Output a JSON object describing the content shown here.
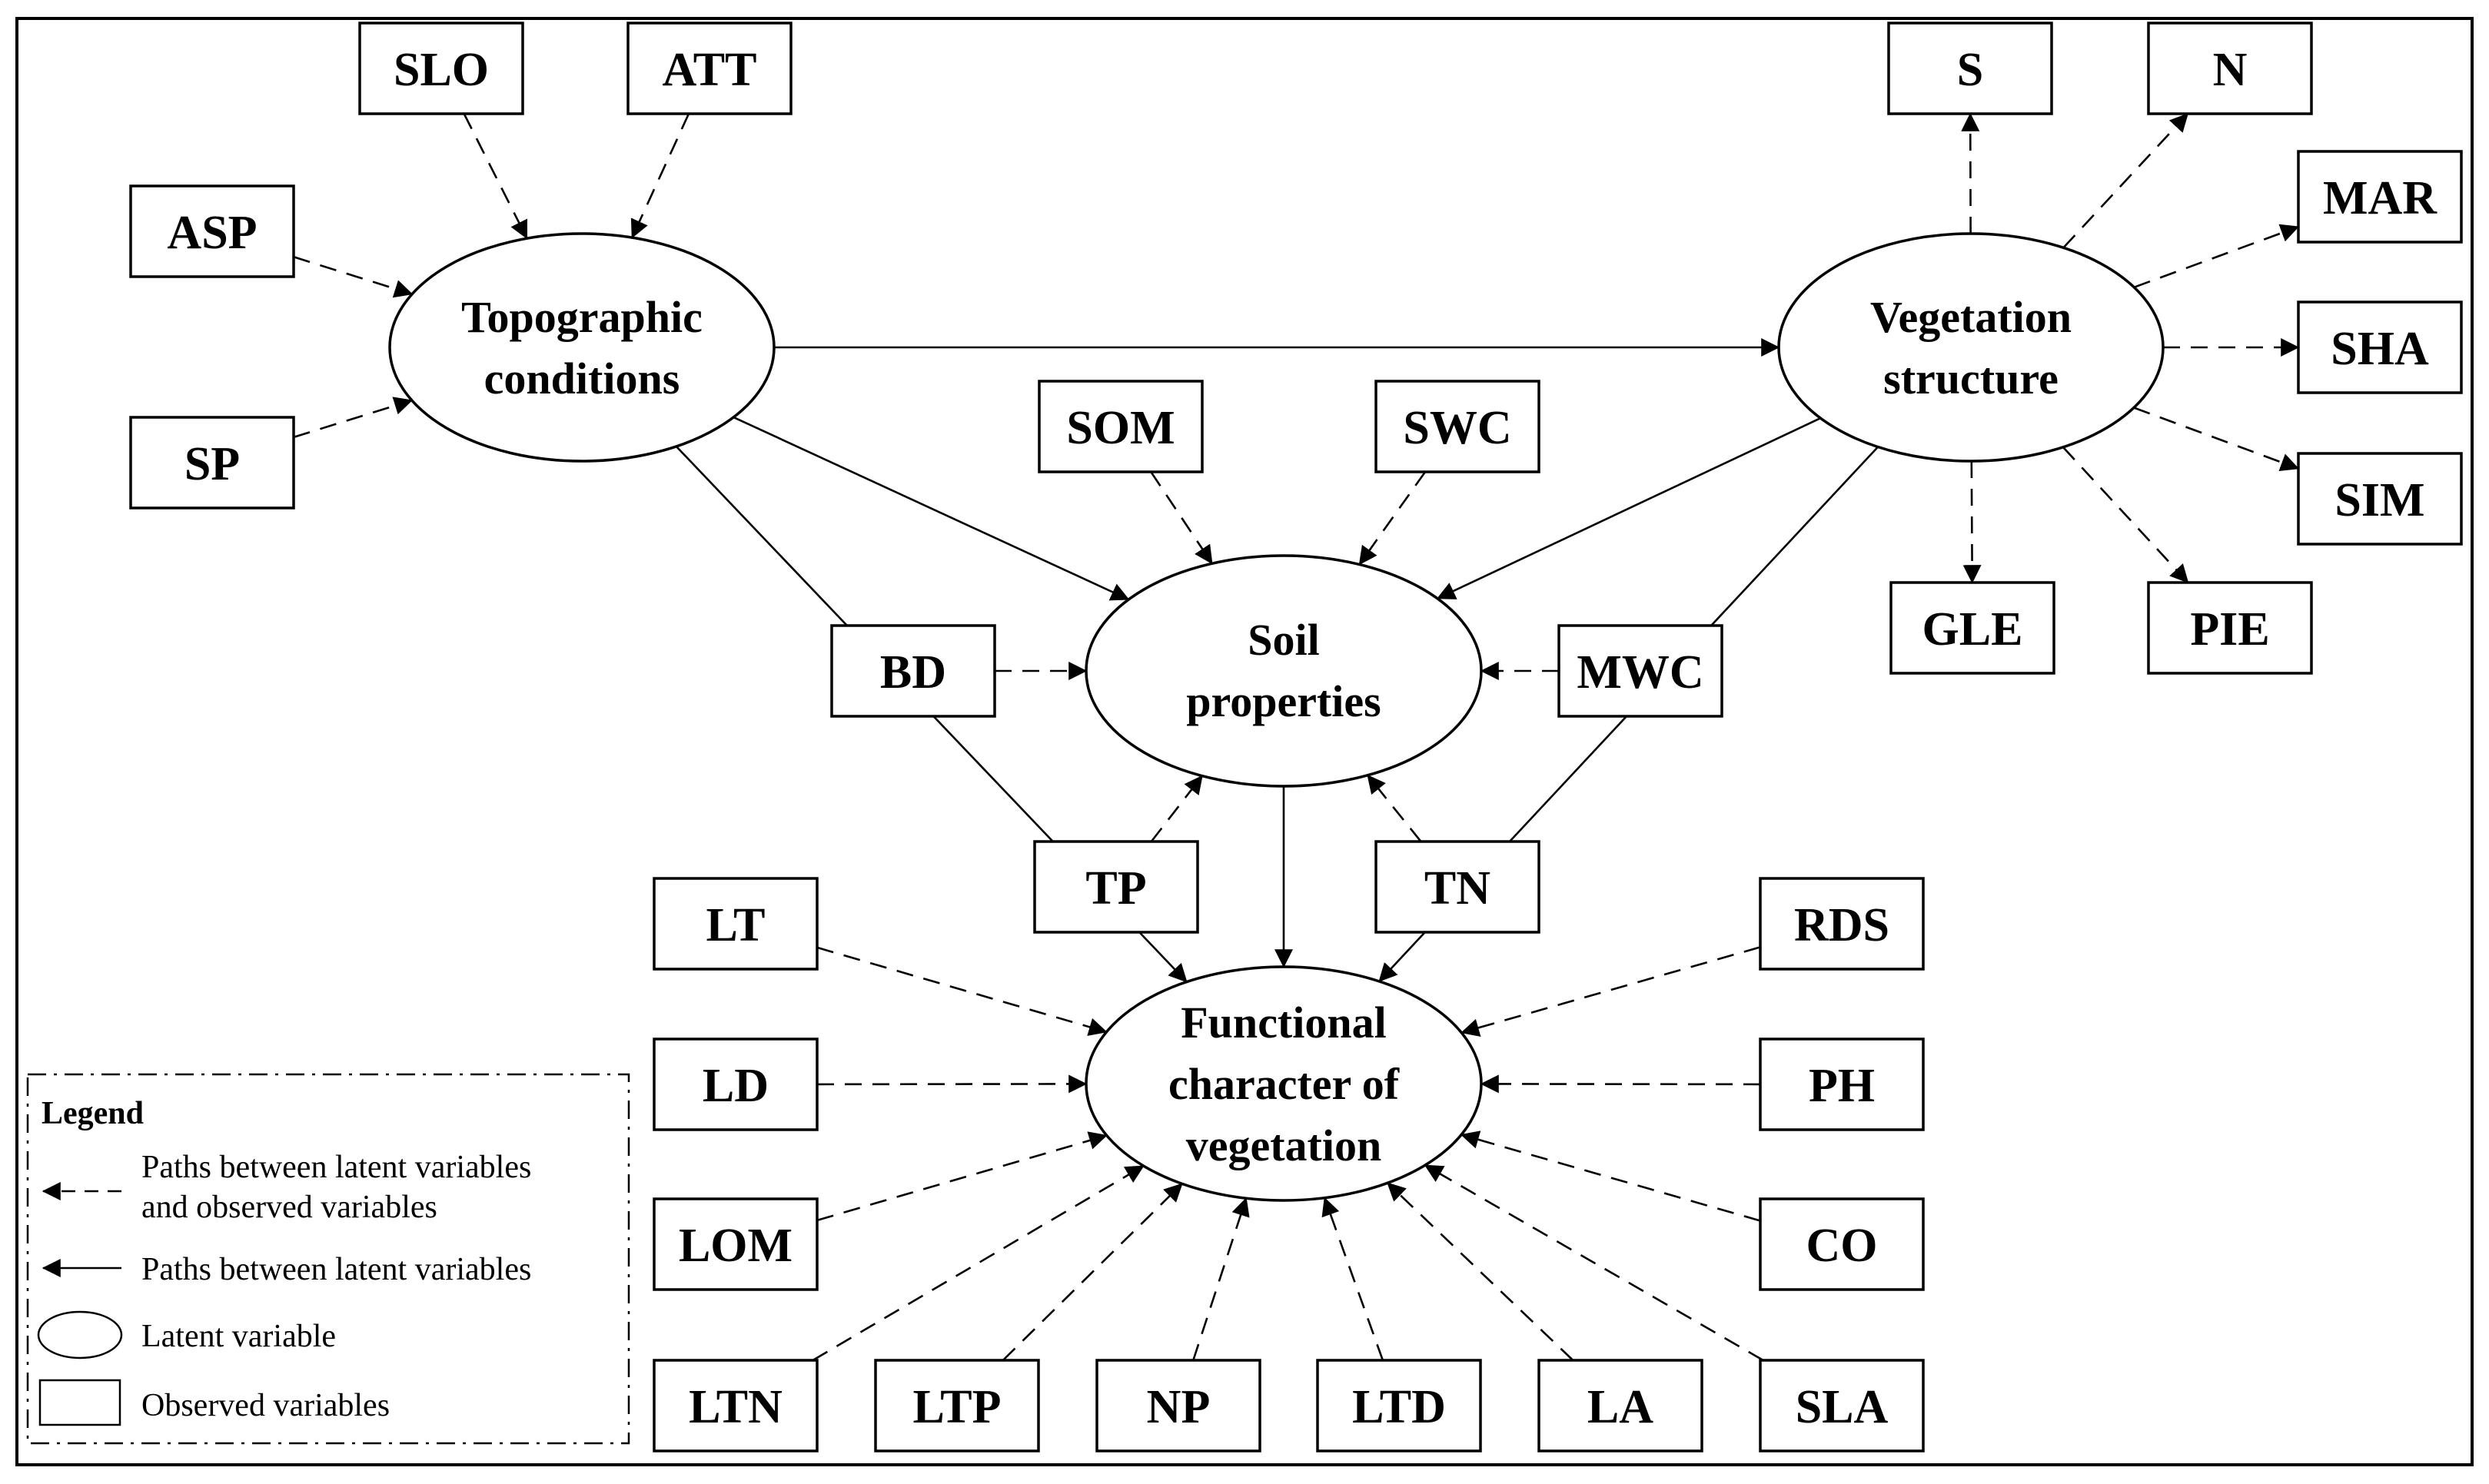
{
  "latent_variables": {
    "topo": [
      "Topographic",
      "conditions"
    ],
    "veg": [
      "Vegetation",
      "structure"
    ],
    "soil": [
      "Soil",
      "properties"
    ],
    "func": [
      "Functional",
      "character of",
      "vegetation"
    ]
  },
  "observed_variables": {
    "SLO": "SLO",
    "ATT": "ATT",
    "ASP": "ASP",
    "SP": "SP",
    "S": "S",
    "N": "N",
    "MAR": "MAR",
    "SHA": "SHA",
    "SIM": "SIM",
    "GLE": "GLE",
    "PIE": "PIE",
    "SOM": "SOM",
    "SWC": "SWC",
    "BD": "BD",
    "MWC": "MWC",
    "TP": "TP",
    "TN": "TN",
    "LT": "LT",
    "LD": "LD",
    "LOM": "LOM",
    "RDS": "RDS",
    "PH": "PH",
    "CO": "CO",
    "LTN": "LTN",
    "LTP": "LTP",
    "NP": "NP",
    "LTD": "LTD",
    "LA": "LA",
    "SLA": "SLA"
  },
  "legend": {
    "title": "Legend",
    "dashed_path": [
      "Paths between latent variables",
      "and observed variables"
    ],
    "solid_path": "Paths between latent variables",
    "latent": "Latent variable",
    "observed": "Observed variables"
  },
  "paths": {
    "measurement": [
      [
        "SLO",
        "topo"
      ],
      [
        "ATT",
        "topo"
      ],
      [
        "ASP",
        "topo"
      ],
      [
        "SP",
        "topo"
      ],
      [
        "veg",
        "S"
      ],
      [
        "veg",
        "N"
      ],
      [
        "veg",
        "MAR"
      ],
      [
        "veg",
        "SHA"
      ],
      [
        "veg",
        "SIM"
      ],
      [
        "veg",
        "GLE"
      ],
      [
        "veg",
        "PIE"
      ],
      [
        "SOM",
        "soil"
      ],
      [
        "SWC",
        "soil"
      ],
      [
        "BD",
        "soil"
      ],
      [
        "MWC",
        "soil"
      ],
      [
        "TP",
        "soil"
      ],
      [
        "TN",
        "soil"
      ],
      [
        "LT",
        "func"
      ],
      [
        "LD",
        "func"
      ],
      [
        "LOM",
        "func"
      ],
      [
        "RDS",
        "func"
      ],
      [
        "PH",
        "func"
      ],
      [
        "CO",
        "func"
      ],
      [
        "LTN",
        "func"
      ],
      [
        "LTP",
        "func"
      ],
      [
        "NP",
        "func"
      ],
      [
        "LTD",
        "func"
      ],
      [
        "LA",
        "func"
      ],
      [
        "SLA",
        "func"
      ]
    ],
    "structural": [
      [
        "topo",
        "veg"
      ],
      [
        "topo",
        "soil"
      ],
      [
        "topo",
        "func"
      ],
      [
        "veg",
        "soil",
        "both"
      ],
      [
        "veg",
        "func"
      ],
      [
        "soil",
        "func"
      ]
    ]
  }
}
